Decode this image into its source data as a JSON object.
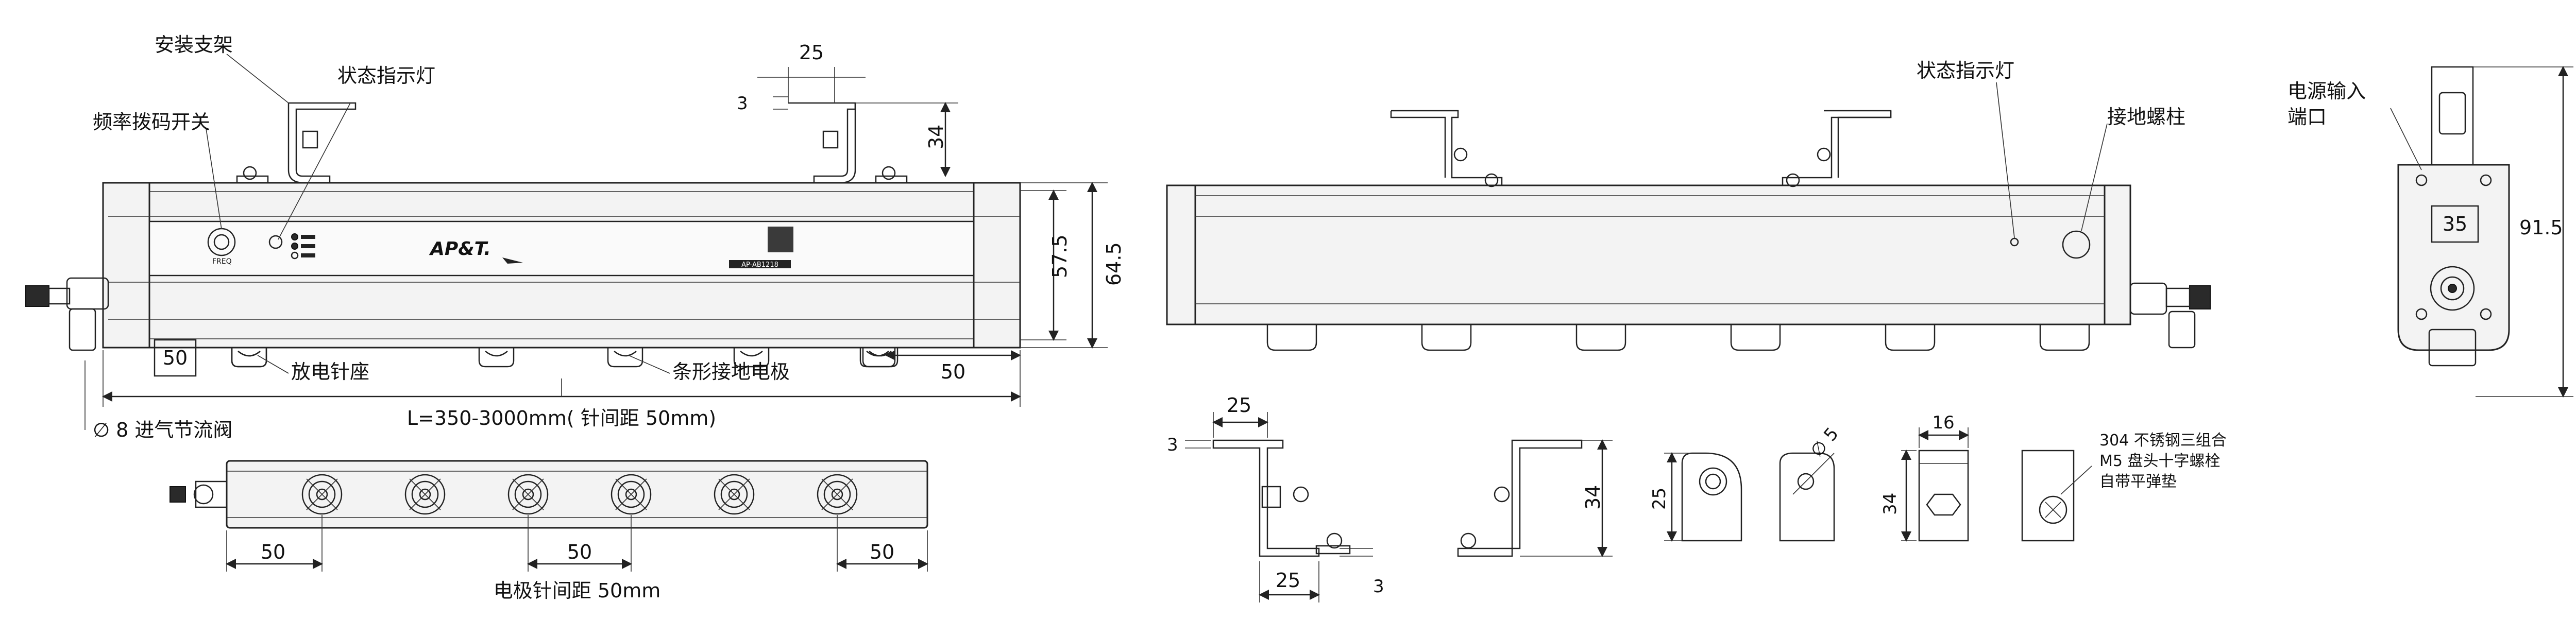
{
  "colors": {
    "line": "#222222",
    "panel": "#f3f3f3",
    "dark": "#2a2a2a"
  },
  "front_view": {
    "callouts": {
      "bracket": "安装支架",
      "indicator": "状态指示灯",
      "dip_switch": "频率拨码开关",
      "emitter_seat": "放电针座",
      "ground_electrode": "条形接地电极",
      "air_valve": "∅ 8 进气节流阀"
    },
    "panel_text": {
      "logo": "AP&T.",
      "freq": "FREQ",
      "model": "AP-AB1218"
    },
    "dims": {
      "bracket_width": "25",
      "bracket_thickness": "3",
      "bracket_height": "34",
      "body_height": "57.5",
      "total_height": "64.5",
      "left_offset": "50",
      "right_offset": "50",
      "length": "L=350-3000mm( 针间距 50mm)"
    }
  },
  "bottom_view": {
    "dims": {
      "left": "50",
      "pitch": "50",
      "right": "50"
    },
    "caption": "电极针间距 50mm"
  },
  "rear_view": {
    "callouts": {
      "indicator": "状态指示灯",
      "ground_post": "接地螺柱"
    }
  },
  "side_view": {
    "callout": "电源输入\n端口",
    "callout_lines": [
      "电源输入",
      "端口"
    ],
    "width": "35",
    "height": "91.5"
  },
  "bracket_details": {
    "left_width": "25",
    "left_thickness": "3",
    "height": "34",
    "bottom_width": "25",
    "bottom_thickness": "3",
    "tab_height": "25",
    "hole": "∅ 5",
    "block_width": "16",
    "block_height": "34",
    "note": [
      "304 不锈钢三组合",
      "M5 盘头十字螺栓",
      "自带平弹垫"
    ]
  }
}
